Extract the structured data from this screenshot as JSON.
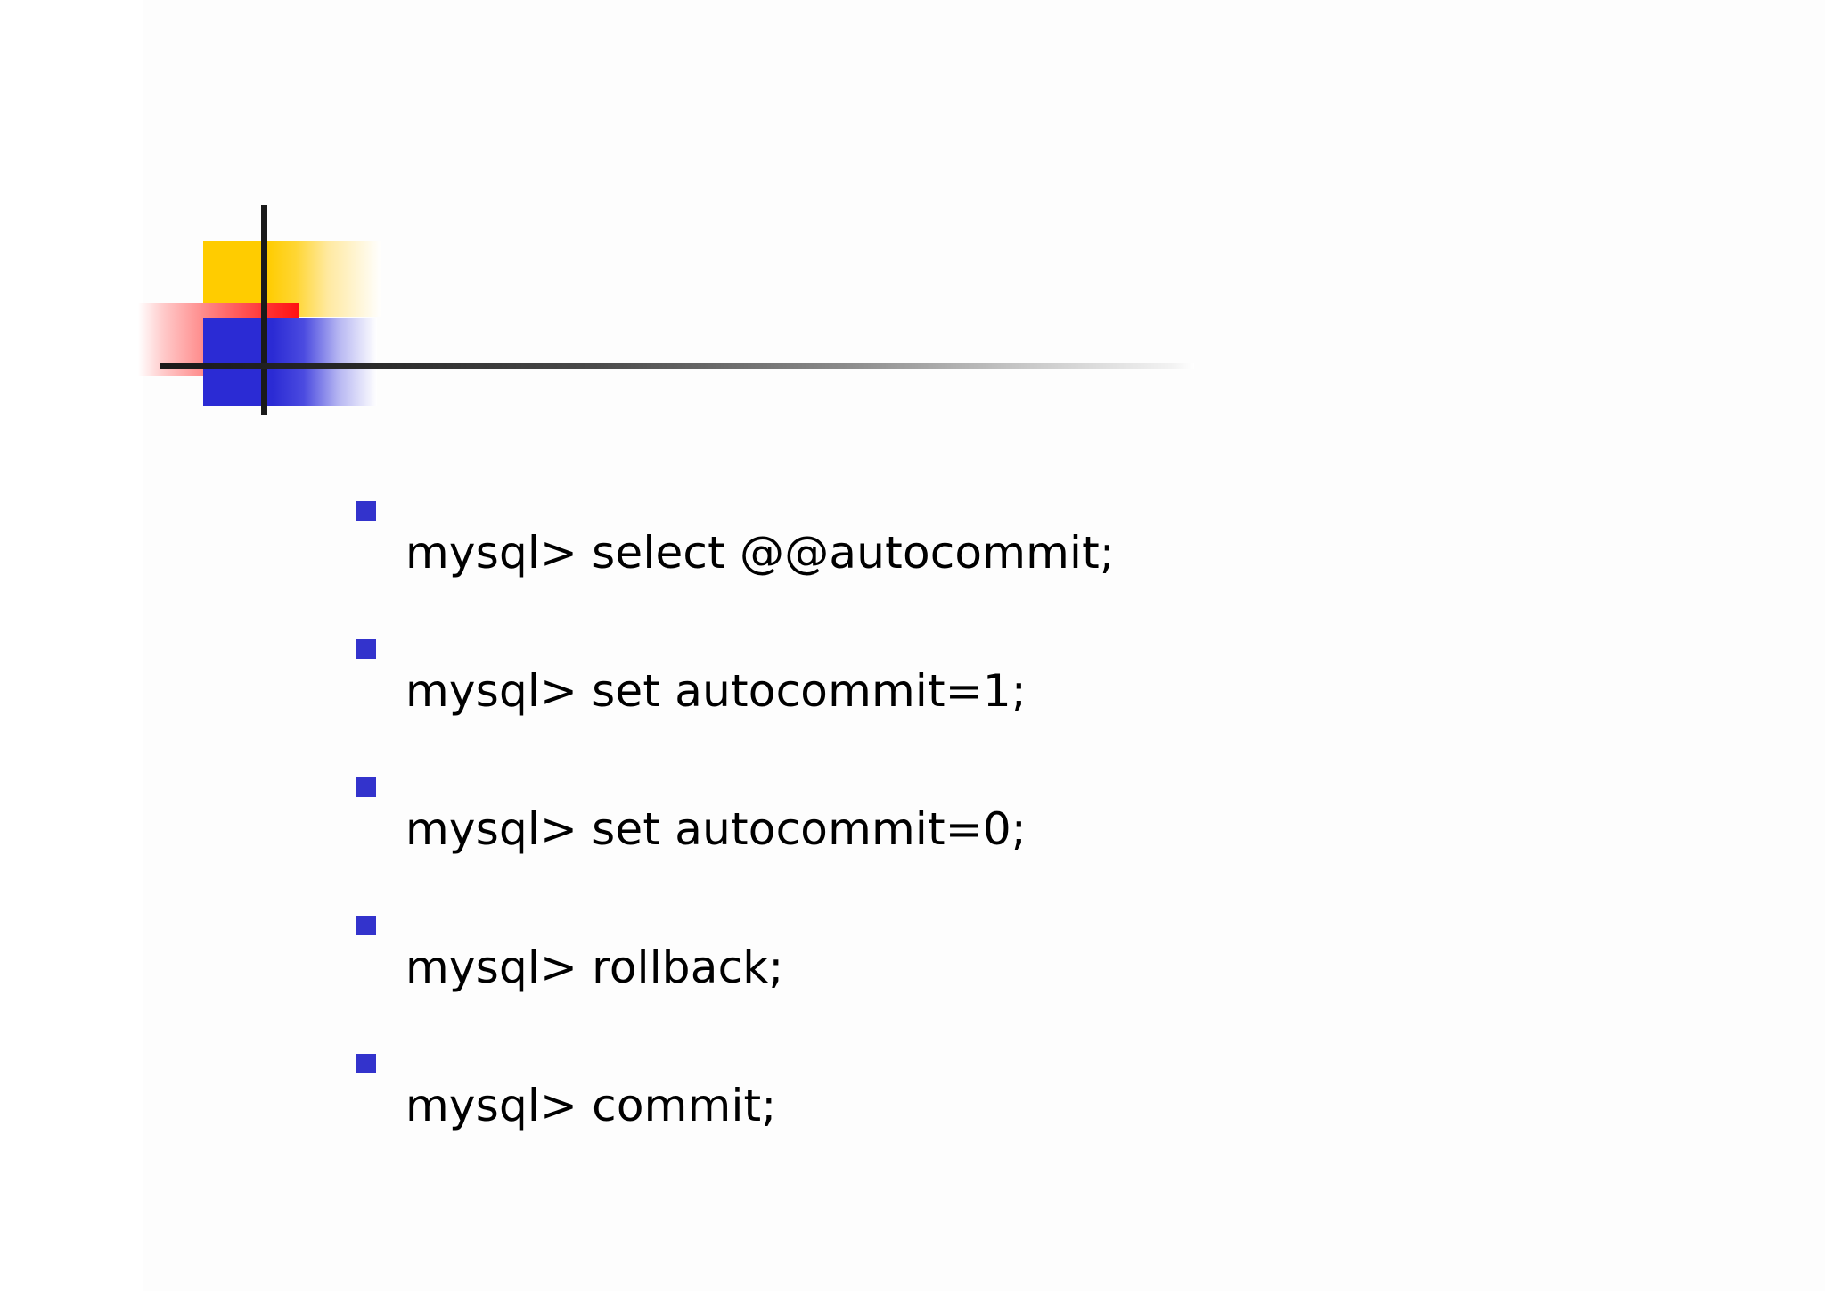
{
  "slide": {
    "background_color": "#ffffff",
    "canvas_color": "#fdfdfd",
    "logo": {
      "name": "decorative-squares-logo",
      "yellow_color": "#FFCC00",
      "red_color": "#FF2222",
      "blue_color": "#2B2BD4",
      "rule_color": "#1A1A1A"
    },
    "bullet_color": "#3333CC",
    "text_color": "#000000"
  },
  "bullets": [
    {
      "marker": "square-bullet",
      "text": "mysql> select @@autocommit;"
    },
    {
      "marker": "square-bullet",
      "text": "mysql> set autocommit=1;"
    },
    {
      "marker": "square-bullet",
      "text": "mysql> set autocommit=0;"
    },
    {
      "marker": "square-bullet",
      "text": "mysql> rollback;"
    },
    {
      "marker": "square-bullet",
      "text": "mysql> commit;"
    }
  ]
}
